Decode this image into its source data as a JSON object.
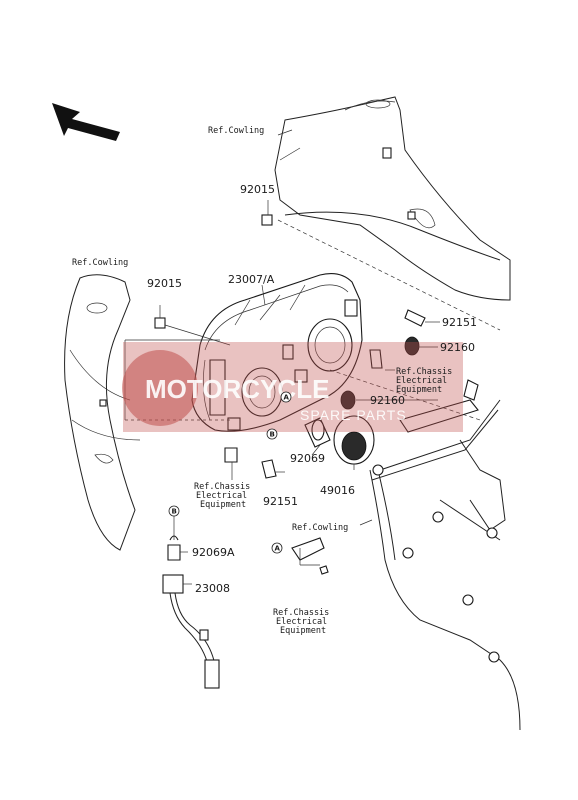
{
  "labels": {
    "ref_cowling_top": "Ref.Cowling",
    "ref_cowling_left": "Ref.Cowling",
    "ref_cowling_bottom": "Ref.Cowling",
    "part_92015_upper": "92015",
    "part_92015_left": "92015",
    "part_23007a": "23007/A",
    "part_92151_right": "92151",
    "part_92160_upper": "92160",
    "part_92160_lower": "92160",
    "part_92069": "92069",
    "part_92151_lower": "92151",
    "part_49016": "49016",
    "part_92069a": "92069A",
    "part_23008": "23008",
    "ref_chassis_right": [
      "Ref.Chassis",
      "Electrical",
      "Equipment"
    ],
    "ref_chassis_mid": [
      "Ref.Chassis",
      "Electrical",
      "Equipment"
    ],
    "ref_chassis_bottom": [
      "Ref.Chassis",
      "Electrical",
      "Equipment"
    ],
    "marker_a": "A",
    "marker_b": "B"
  },
  "watermark": {
    "logo_text": "MOTORCYCLE",
    "sub_text": "SPARE PARTS",
    "color": "#c0504d"
  }
}
